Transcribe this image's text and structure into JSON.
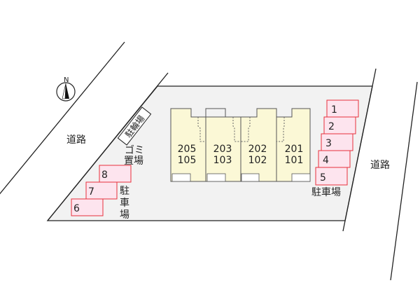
{
  "compass": {
    "label": "N"
  },
  "roads": {
    "left_label": "道路",
    "right_label": "道路"
  },
  "units": [
    {
      "upper": "205",
      "lower": "105"
    },
    {
      "upper": "203",
      "lower": "103"
    },
    {
      "upper": "202",
      "lower": "102"
    },
    {
      "upper": "201",
      "lower": "101"
    }
  ],
  "facilities": {
    "bicycle_parking": "駐輪場",
    "garbage_line1": "ゴミ",
    "garbage_line2": "置場",
    "parking_right_label": "駐車場",
    "parking_left_label": [
      "駐",
      "車",
      "場"
    ]
  },
  "parking_right": [
    "1",
    "2",
    "3",
    "4",
    "5"
  ],
  "parking_left": [
    "8",
    "7",
    "6"
  ],
  "colors": {
    "lot": "#f2f2f2",
    "building": "#fbf8d6",
    "parking_fill": "#fde4ee",
    "parking_stroke": "#e8303c"
  }
}
